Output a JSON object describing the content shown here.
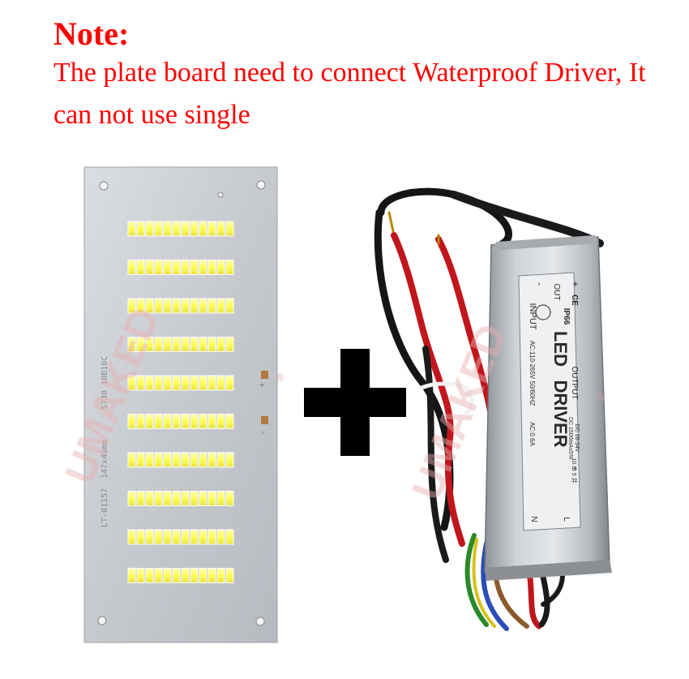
{
  "note": {
    "title": "Note:",
    "text": "The plate board need to connect Waterproof Driver, It can not use single"
  },
  "colors": {
    "note_text": "#ff0000",
    "pcb_board": "#c9ccd1",
    "led_chip": "#ffff66",
    "plus_sign": "#000000",
    "driver_case": "#b9bdc2"
  },
  "board": {
    "led_grid": {
      "rows": 10,
      "columns": 12
    },
    "silkscreen_model": "LT-01157",
    "silkscreen_size": "147x40mm",
    "silkscreen_spec": "5730 10B10C",
    "polarity_plus": "+",
    "polarity_minus": "-"
  },
  "watermark": {
    "text": "UMAKED",
    "registered": "®"
  },
  "plus_icon": "plus-icon",
  "driver": {
    "led": "LED",
    "driver": "DRIVER",
    "input": "INPUT",
    "output": "OUTPUT",
    "out": "OUT",
    "ip": "IP66",
    "ce": "CE",
    "plus": "+",
    "minus": "-",
    "input_spec": "AC:110-265V 50/60HZ",
    "current_spec": "AC:0.6A",
    "output_dc_voltage": "DC 28-34V",
    "output_dc_current": "DC 1500mA±5%",
    "output_power": "10 串 5 并",
    "n": "N",
    "l": "L"
  }
}
